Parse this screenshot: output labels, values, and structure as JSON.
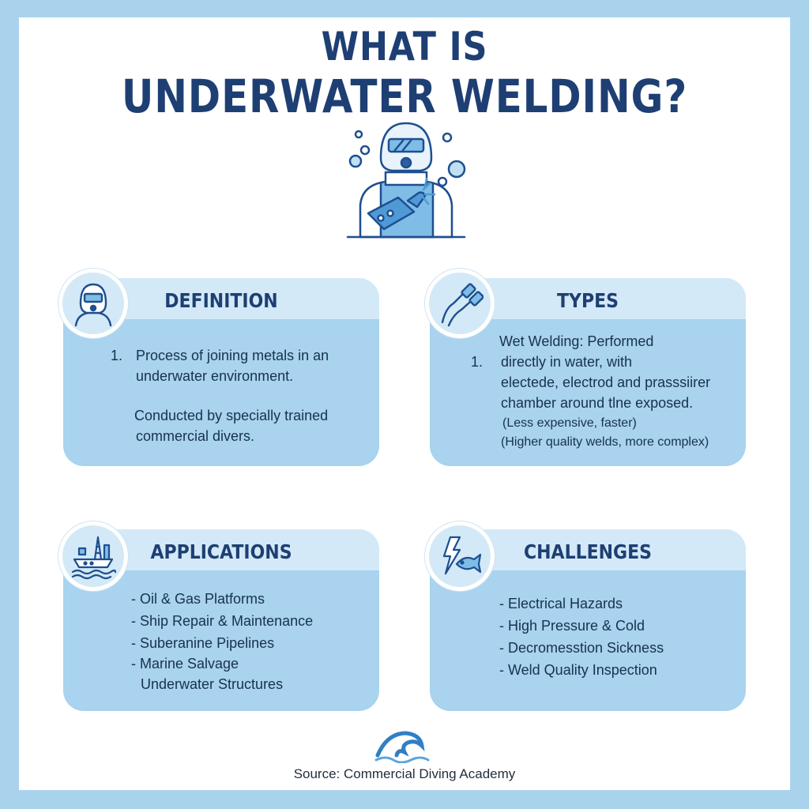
{
  "title": {
    "line1": "WHAT IS",
    "line2": "UNDERWATER WELDING?"
  },
  "hero_icon": "diver-welding-icon",
  "cards": {
    "definition": {
      "heading": "DEFINITION",
      "icon": "diver-helmet-icon",
      "num": "1.",
      "line1": "Process of joining metals in an",
      "line2": "underwater environment.",
      "line3": "Conducted by specially trained",
      "line4": "commercial divers."
    },
    "types": {
      "heading": "TYPES",
      "icon": "welding-torch-icon",
      "num": "1.",
      "line1": "Wet Welding: Performed",
      "line2": "directly in water, with",
      "line3": "electede, electrod and prasssiirer",
      "line4": "chamber around tlne exposed.",
      "line5": "(Less expensive, faster)",
      "line6": "(Higher quality welds, more complex)"
    },
    "applications": {
      "heading": "APPLICATIONS",
      "icon": "ship-oil-rig-icon",
      "items": [
        "- Oil & Gas Platforms",
        "- Ship Repair & Maintenance",
        "- Suberanine Pipelines",
        "- Marine Salvage",
        "Underwater Structures"
      ]
    },
    "challenges": {
      "heading": "CHALLENGES",
      "icon": "lightning-fish-icon",
      "items": [
        "- Electrical Hazards",
        "- High Pressure & Cold",
        "-  Decromesstion Sickness",
        "-  Weld Quality Inspection"
      ]
    }
  },
  "footer": {
    "logo": "wave-icon",
    "source": "Source: Commercial Diving Academy"
  },
  "colors": {
    "background": "#a9d3ec",
    "card": "#a9d3ee",
    "card_header": "#d3e9f7",
    "title": "#1e3f73",
    "icon_stroke": "#1e4f8f"
  }
}
